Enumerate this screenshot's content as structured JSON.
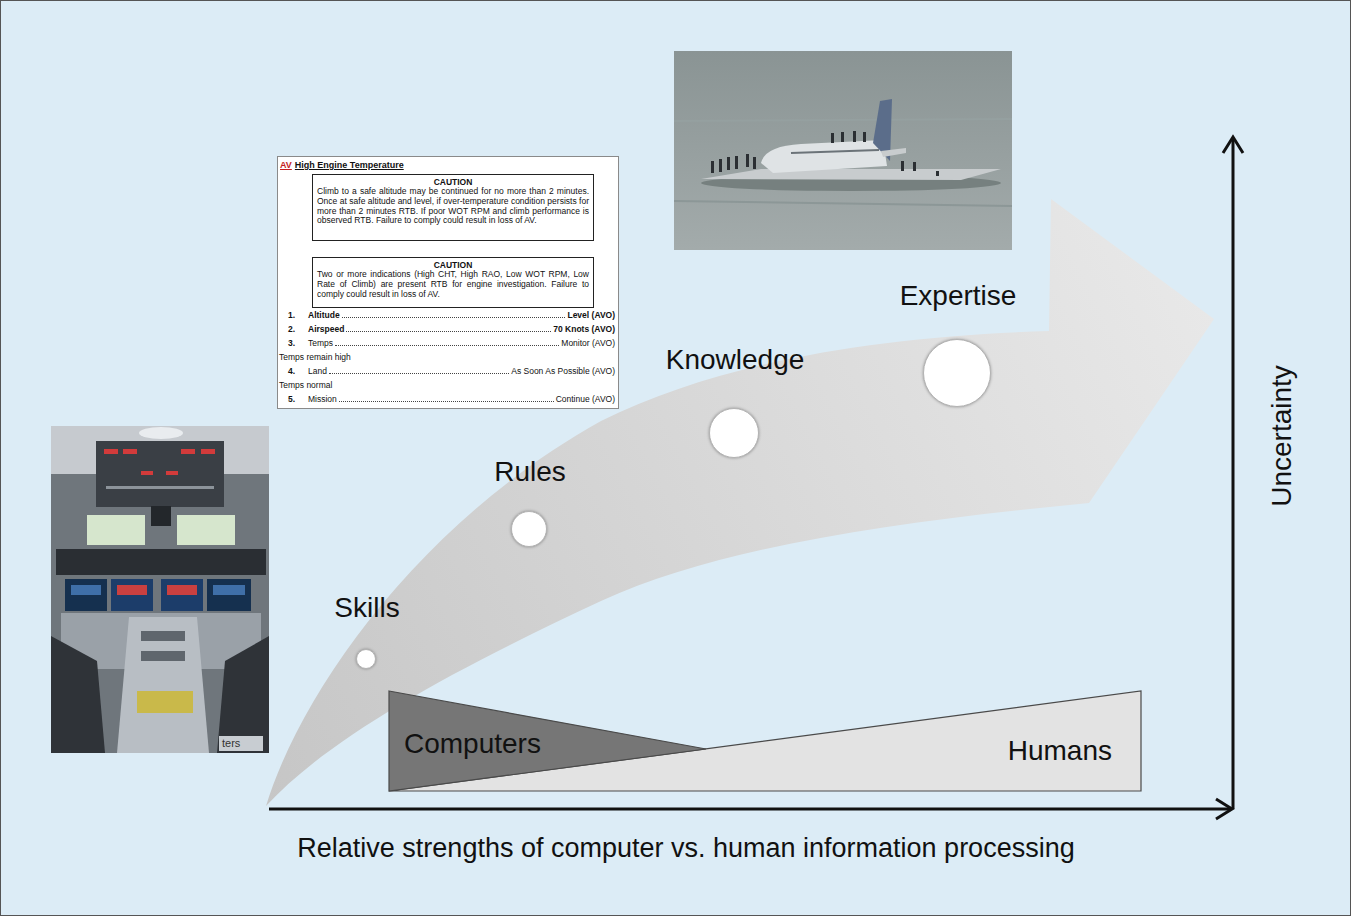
{
  "diagram": {
    "nodes": [
      {
        "text": [
          "AV",
          "High Engine Temperature",
          "1.",
          "Altitude",
          "Level (AVO)",
          "2.",
          "Airspeed",
          "70 Knots (AVO)",
          "3.",
          "Temps",
          "Monitor (AVO)",
          "Temps remain high",
          "4.",
          "Land",
          "As Soon As Possible (AVO)",
          "Temps normal",
          "5.",
          "Mission",
          "Continue (AVO)"
        ]
      },
      {
        "text": [
          "CAUTION",
          "Climb to a safe altitude may be continued for no more than 2 minutes. Once at safe altitude and level, if over-temperature condition persists for more than 2 minutes RTB. If poor WOT RPM and climb performance is observed RTB. Failure to comply could result in loss of AV."
        ],
        "in": 0
      },
      {
        "text": [
          "CAUTION",
          "Two or more indications (High CHT, High RAO, Low WOT RPM, Low Rate of Climb) are present RTB for engine investigation. Failure to comply could result in loss of AV."
        ],
        "in": 0
      },
      {
        "text": [
          "Skills"
        ]
      },
      {
        "text": [
          "Rules"
        ]
      },
      {
        "text": [
          "Knowledge"
        ]
      },
      {
        "text": [
          "Expertise"
        ]
      },
      {
        "text": [
          "Computers"
        ]
      },
      {
        "text": [
          "Humans"
        ]
      }
    ],
    "labels": [
      "Uncertainty",
      "Relative strengths of computer vs. human information processing",
      "ters"
    ]
  }
}
